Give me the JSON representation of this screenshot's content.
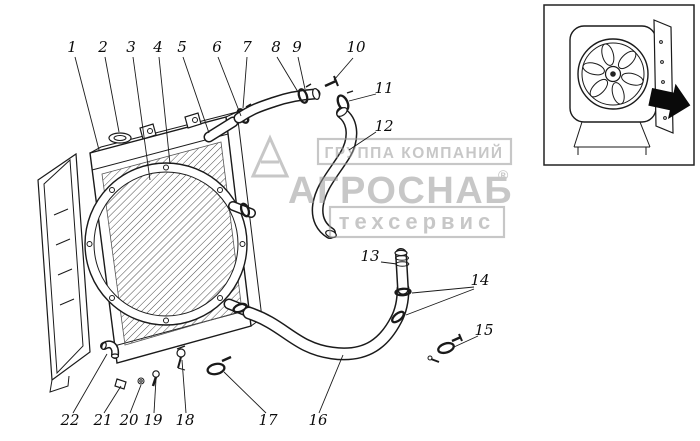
{
  "figure": {
    "callouts": [
      "1",
      "2",
      "3",
      "4",
      "5",
      "6",
      "7",
      "8",
      "9",
      "10",
      "11",
      "12",
      "13",
      "14",
      "15",
      "16",
      "17",
      "18",
      "19",
      "20",
      "21",
      "22"
    ]
  },
  "watermark": {
    "group_label": "ГРУППА КОМПАНИЙ",
    "brand": "АГРОСНАБ",
    "registered_mark": "®",
    "subbrand": "техсервис"
  }
}
